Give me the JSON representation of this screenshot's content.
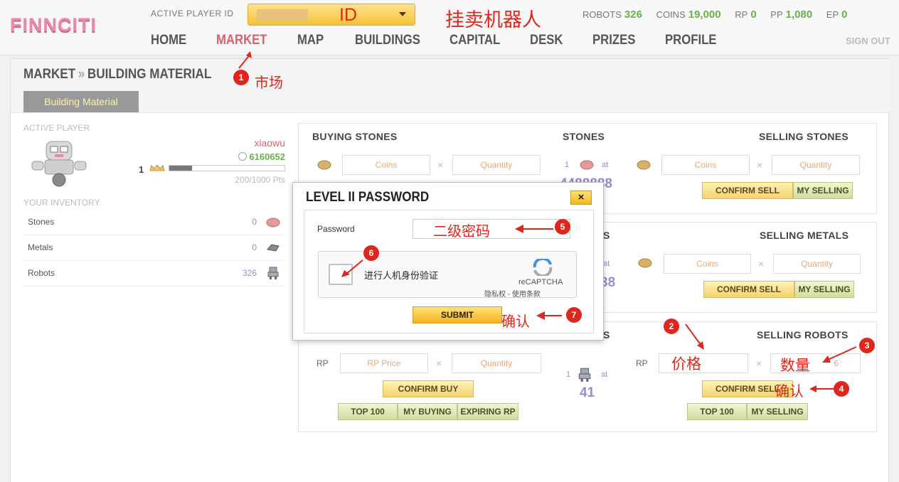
{
  "header": {
    "logo": "FINNCITI",
    "active_player_label": "ACTIVE PLAYER ID",
    "active_player_value": "ID",
    "annotation_title": "挂卖机器人",
    "stats": [
      {
        "label": "ROBOTS",
        "value": "326"
      },
      {
        "label": "COINS",
        "value": "19,000"
      },
      {
        "label": "RP",
        "value": "0"
      },
      {
        "label": "PP",
        "value": "1,080"
      },
      {
        "label": "EP",
        "value": "0"
      }
    ],
    "nav": [
      "HOME",
      "MARKET",
      "MAP",
      "BUILDINGS",
      "CAPITAL",
      "DESK",
      "PRIZES",
      "PROFILE"
    ],
    "sign_out": "SIGN OUT"
  },
  "breadcrumb": {
    "section": "MARKET",
    "separator": "»",
    "page": "BUILDING MATERIAL"
  },
  "subtab": "Building Material",
  "annotations": {
    "a1": "市场",
    "a2": "价格",
    "a3": "数量",
    "a4": "确认",
    "a5": "二级密码",
    "a7": "确认",
    "badges": [
      "1",
      "2",
      "3",
      "4",
      "5",
      "6",
      "7"
    ]
  },
  "player": {
    "title": "ACTIVE PLAYER",
    "name": "xiaowu",
    "coin_id": "6160652",
    "level": "1",
    "points": "200/1000 Pts",
    "progress_fraction": 0.2
  },
  "inventory": {
    "title": "YOUR INVENTORY",
    "items": [
      {
        "name": "Stones",
        "count": "0"
      },
      {
        "name": "Metals",
        "count": "0"
      },
      {
        "name": "Robots",
        "count": "326"
      }
    ]
  },
  "market": {
    "stones": {
      "buy_title": "BUYING STONES",
      "mid_title": "STONES",
      "sell_title": "SELLING STONES",
      "coins_ph": "Coins",
      "qty_ph": "Quantity",
      "times": "×",
      "rate_qty": "1",
      "rate_at": "at",
      "rate_price": "4488888",
      "confirm_sell": "CONFIRM SELL",
      "my_selling": "MY SELLING"
    },
    "metals": {
      "mid_title_part": "S",
      "sell_title": "SELLING METALS",
      "coins_ph": "Coins",
      "qty_ph": "Quantity",
      "rate_at": "at",
      "rate_price_part": "38",
      "confirm_sell": "CONFIRM SELL",
      "my_selling": "MY SELLING"
    },
    "robots": {
      "mid_title_part": "S",
      "sell_title": "SELLING ROBOTS",
      "rp_label": "RP",
      "rp_price_ph": "RP Price",
      "qty_ph": "Quantity",
      "rate_qty": "1",
      "rate_at": "at",
      "rate_price": "41",
      "confirm_buy": "CONFIRM BUY",
      "top100": "TOP 100",
      "my_buying": "MY BUYING",
      "expiring_rp": "EXPIRING RP",
      "sell_qty_value": "6",
      "confirm_sell": "CONFIRM SELL",
      "top100_2": "TOP 100",
      "my_selling": "MY SELLING"
    }
  },
  "modal": {
    "title": "LEVEL II PASSWORD",
    "close": "×",
    "password_label": "Password",
    "captcha_text": "进行人机身份验证",
    "captcha_brand": "reCAPTCHA",
    "captcha_links": "隐私权 - 使用条款",
    "submit": "SUBMIT"
  },
  "colors": {
    "accent": "#d9626a",
    "green": "#6ab04c",
    "annotation": "#e0261c",
    "gold": "#f5c33a"
  }
}
